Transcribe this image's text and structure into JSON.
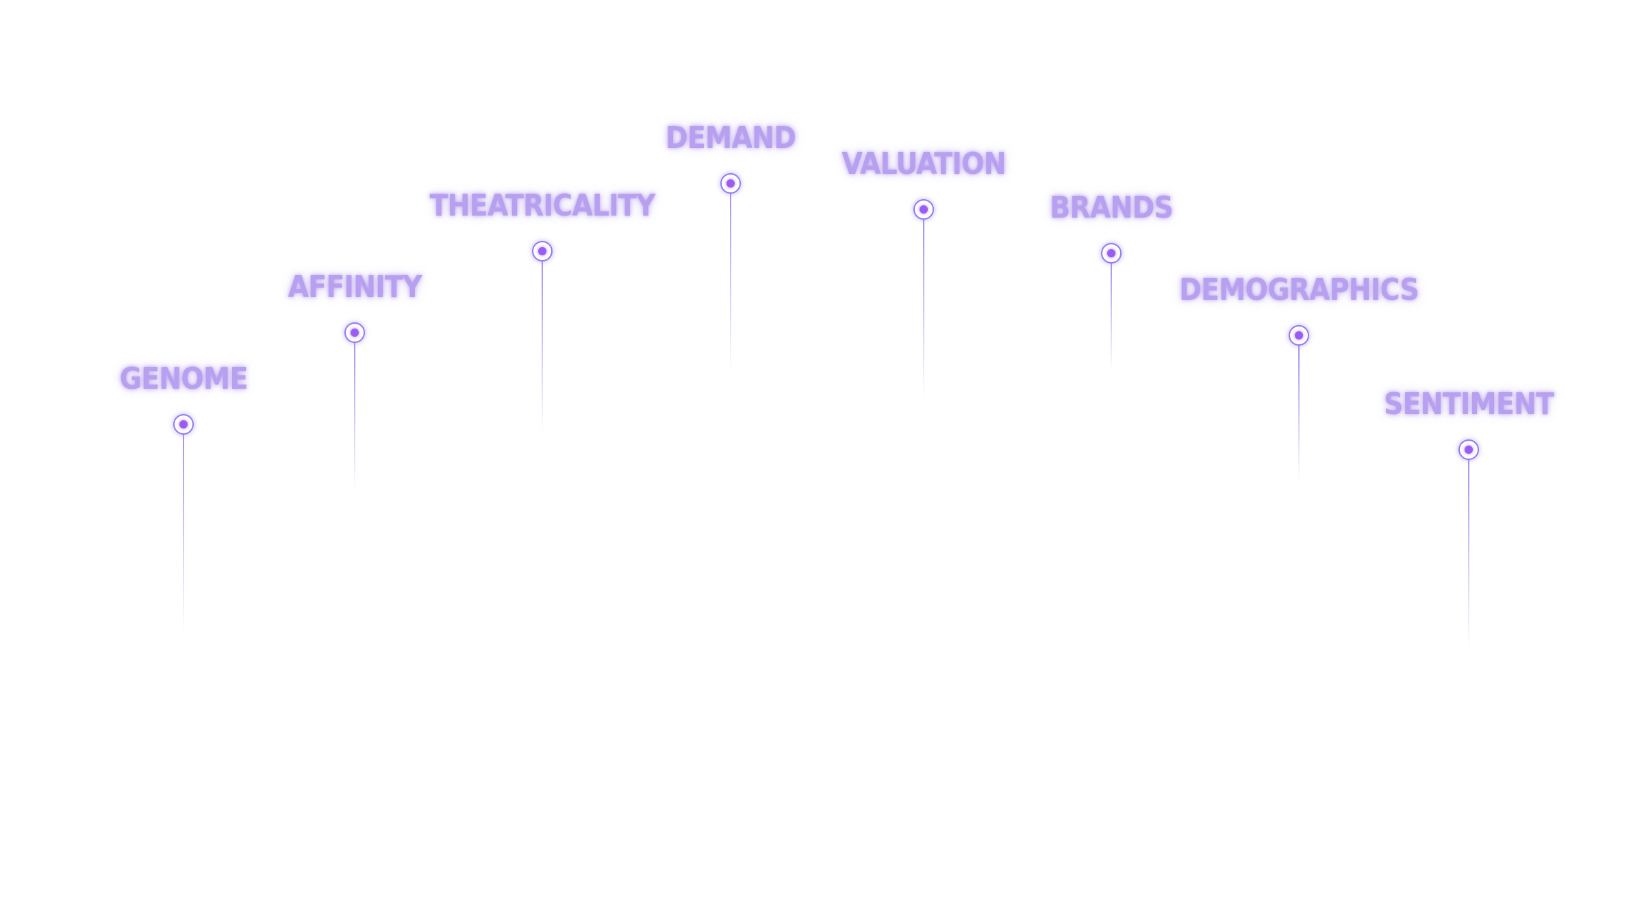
{
  "diagram": {
    "accent_color": "#9b5cf0",
    "label_color": "#b8a0f0",
    "nodes": [
      {
        "label": "GENOME"
      },
      {
        "label": "AFFINITY"
      },
      {
        "label": "THEATRICALITY"
      },
      {
        "label": "DEMAND"
      },
      {
        "label": "VALUATION"
      },
      {
        "label": "BRANDS"
      },
      {
        "label": "DEMOGRAPHICS"
      },
      {
        "label": "SENTIMENT"
      }
    ]
  }
}
